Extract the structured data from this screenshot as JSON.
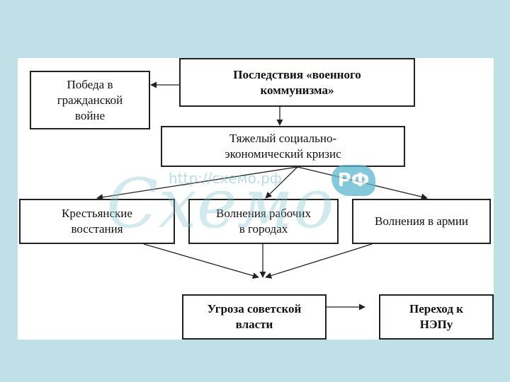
{
  "diagram": {
    "nodes": {
      "consequences": "Последствия «военного\nкоммунизма»",
      "victory": "Победа в\nгражданской\nвойне",
      "crisis": "Тяжелый социально-\nэкономический кризис",
      "peasants": "Крестьянские\nвосстания",
      "workers": "Волнения рабочих\nв городах",
      "army": "Волнения в армии",
      "threat": "Угроза советской\nвласти",
      "nep": "Переход к\nНЭПу"
    },
    "edges": [
      {
        "from": "consequences",
        "to": "victory"
      },
      {
        "from": "consequences",
        "to": "crisis"
      },
      {
        "from": "crisis",
        "to": "peasants"
      },
      {
        "from": "crisis",
        "to": "workers"
      },
      {
        "from": "crisis",
        "to": "army"
      },
      {
        "from": "peasants",
        "to": "threat"
      },
      {
        "from": "workers",
        "to": "threat"
      },
      {
        "from": "army",
        "to": "threat"
      },
      {
        "from": "threat",
        "to": "nep"
      }
    ]
  },
  "watermark": {
    "url": "http://схемо.рф",
    "script": "Схемо",
    "badge": "РФ",
    "color": "#7fc3cf"
  },
  "colors": {
    "background": "#bfe0e6",
    "box_border": "#222222",
    "line": "#222222"
  }
}
